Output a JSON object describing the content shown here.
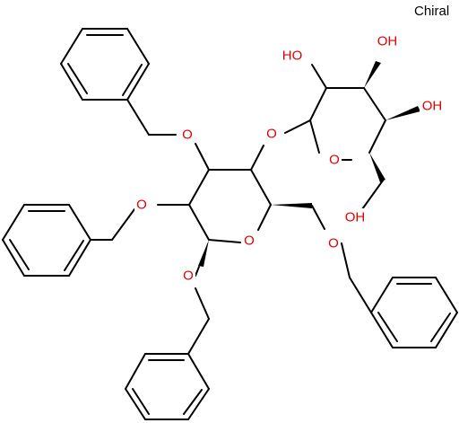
{
  "diagram": {
    "chiral_label": "Chiral",
    "atom_labels": {
      "oxygen": "O",
      "hydroxyl_left": "HO",
      "hydroxyl_right": "OH"
    },
    "colors": {
      "bond": "#000000",
      "heteroatom": "#e00000",
      "background": "#ffffff"
    }
  }
}
